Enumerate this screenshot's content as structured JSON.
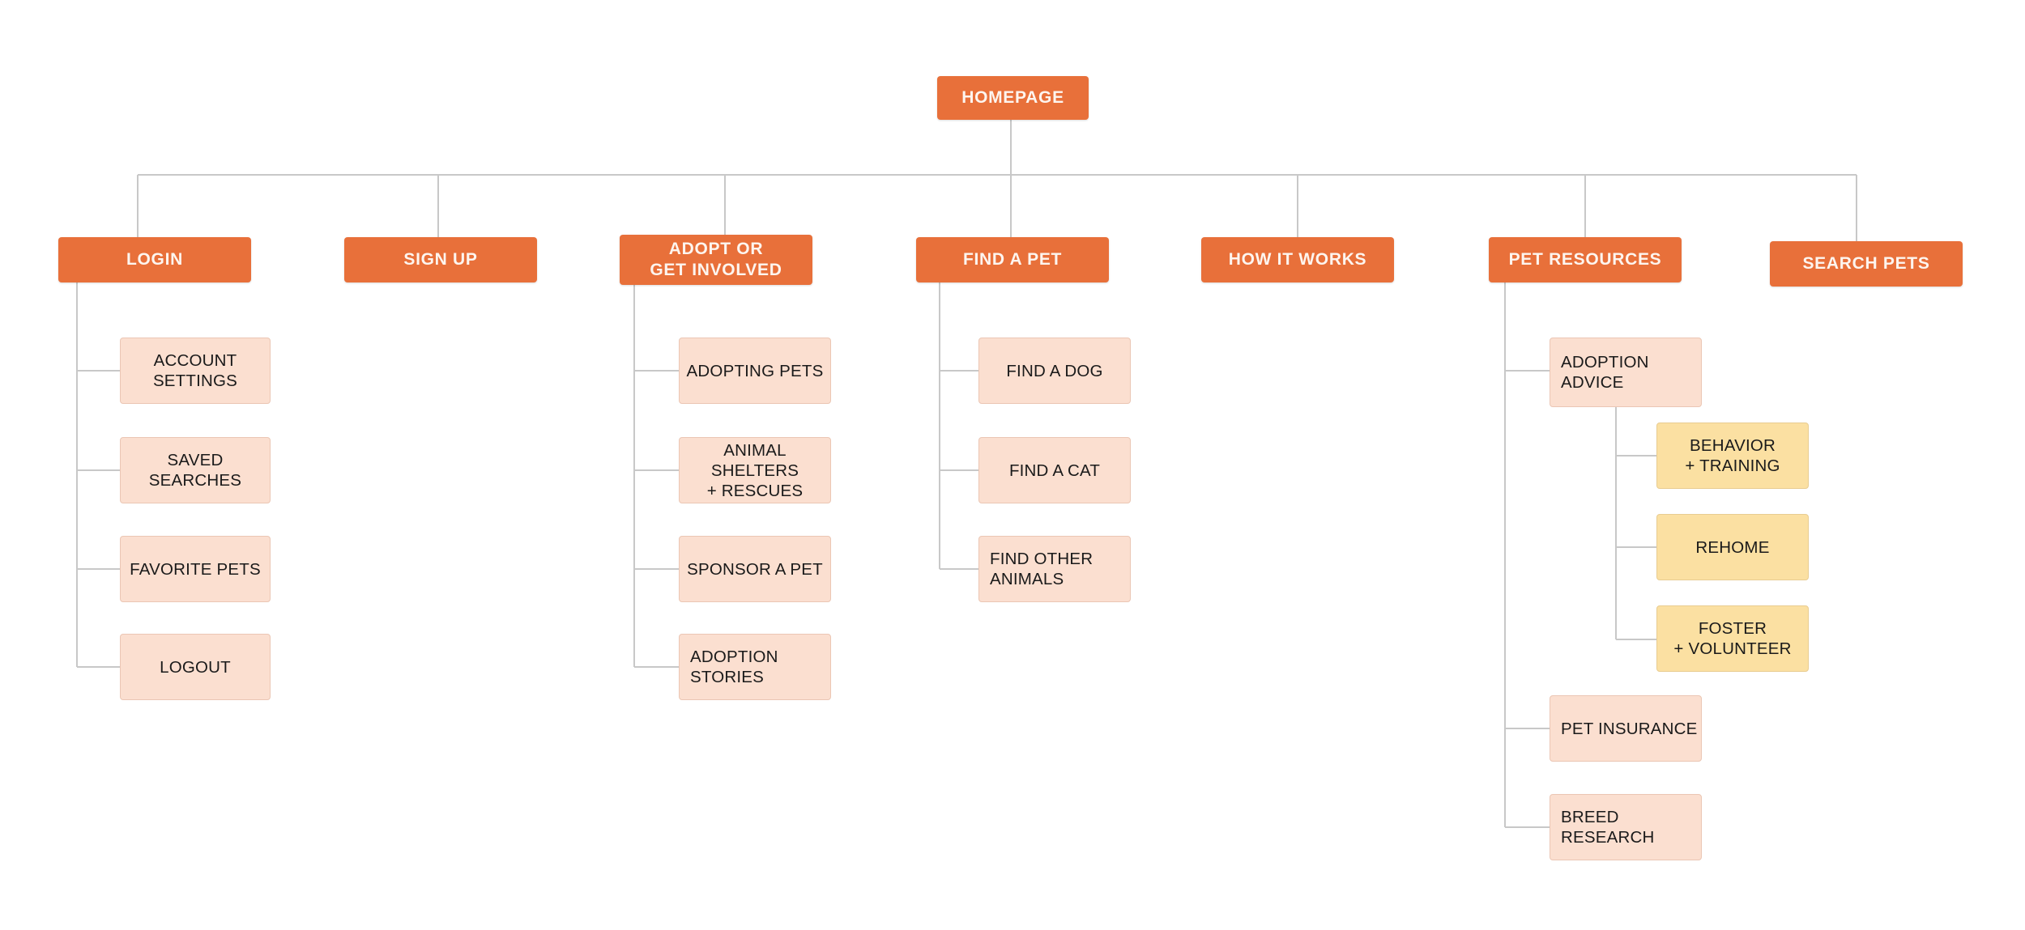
{
  "diagram": {
    "type": "sitemap",
    "title": "Pet Adoption Website Sitemap",
    "colors": {
      "level1_fill": "#E8703A",
      "level1_text": "#FDF5EF",
      "level2_fill": "#FBDFD0",
      "level2_border": "#EBC6B4",
      "level3_fill": "#FBE0A2",
      "level3_border": "#E8CC91",
      "connector": "#C8C8C8",
      "background": "#FFFFFF"
    }
  },
  "nodes": {
    "root": {
      "label": "HOMEPAGE"
    },
    "level1": [
      {
        "label": "LOGIN"
      },
      {
        "label": "SIGN UP"
      },
      {
        "label": "ADOPT OR\nGET INVOLVED"
      },
      {
        "label": "FIND A PET"
      },
      {
        "label": "HOW IT WORKS"
      },
      {
        "label": "PET RESOURCES"
      },
      {
        "label": "SEARCH PETS"
      }
    ],
    "login_children": [
      {
        "label": "ACCOUNT\nSETTINGS"
      },
      {
        "label": "SAVED SEARCHES"
      },
      {
        "label": "FAVORITE PETS"
      },
      {
        "label": "LOGOUT"
      }
    ],
    "adopt_children": [
      {
        "label": "ADOPTING PETS"
      },
      {
        "label": "ANIMAL SHELTERS\n+ RESCUES"
      },
      {
        "label": "SPONSOR A PET"
      },
      {
        "label": "ADOPTION STORIES"
      }
    ],
    "findpet_children": [
      {
        "label": "FIND A DOG"
      },
      {
        "label": "FIND A CAT"
      },
      {
        "label": "FIND OTHER\nANIMALS"
      }
    ],
    "petresources_children": [
      {
        "label": "ADOPTION ADVICE"
      },
      {
        "label": "PET INSURANCE"
      },
      {
        "label": "BREED RESEARCH"
      }
    ],
    "adoption_advice_children": [
      {
        "label": "BEHAVIOR\n+ TRAINING"
      },
      {
        "label": "REHOME"
      },
      {
        "label": "FOSTER\n+ VOLUNTEER"
      }
    ]
  }
}
